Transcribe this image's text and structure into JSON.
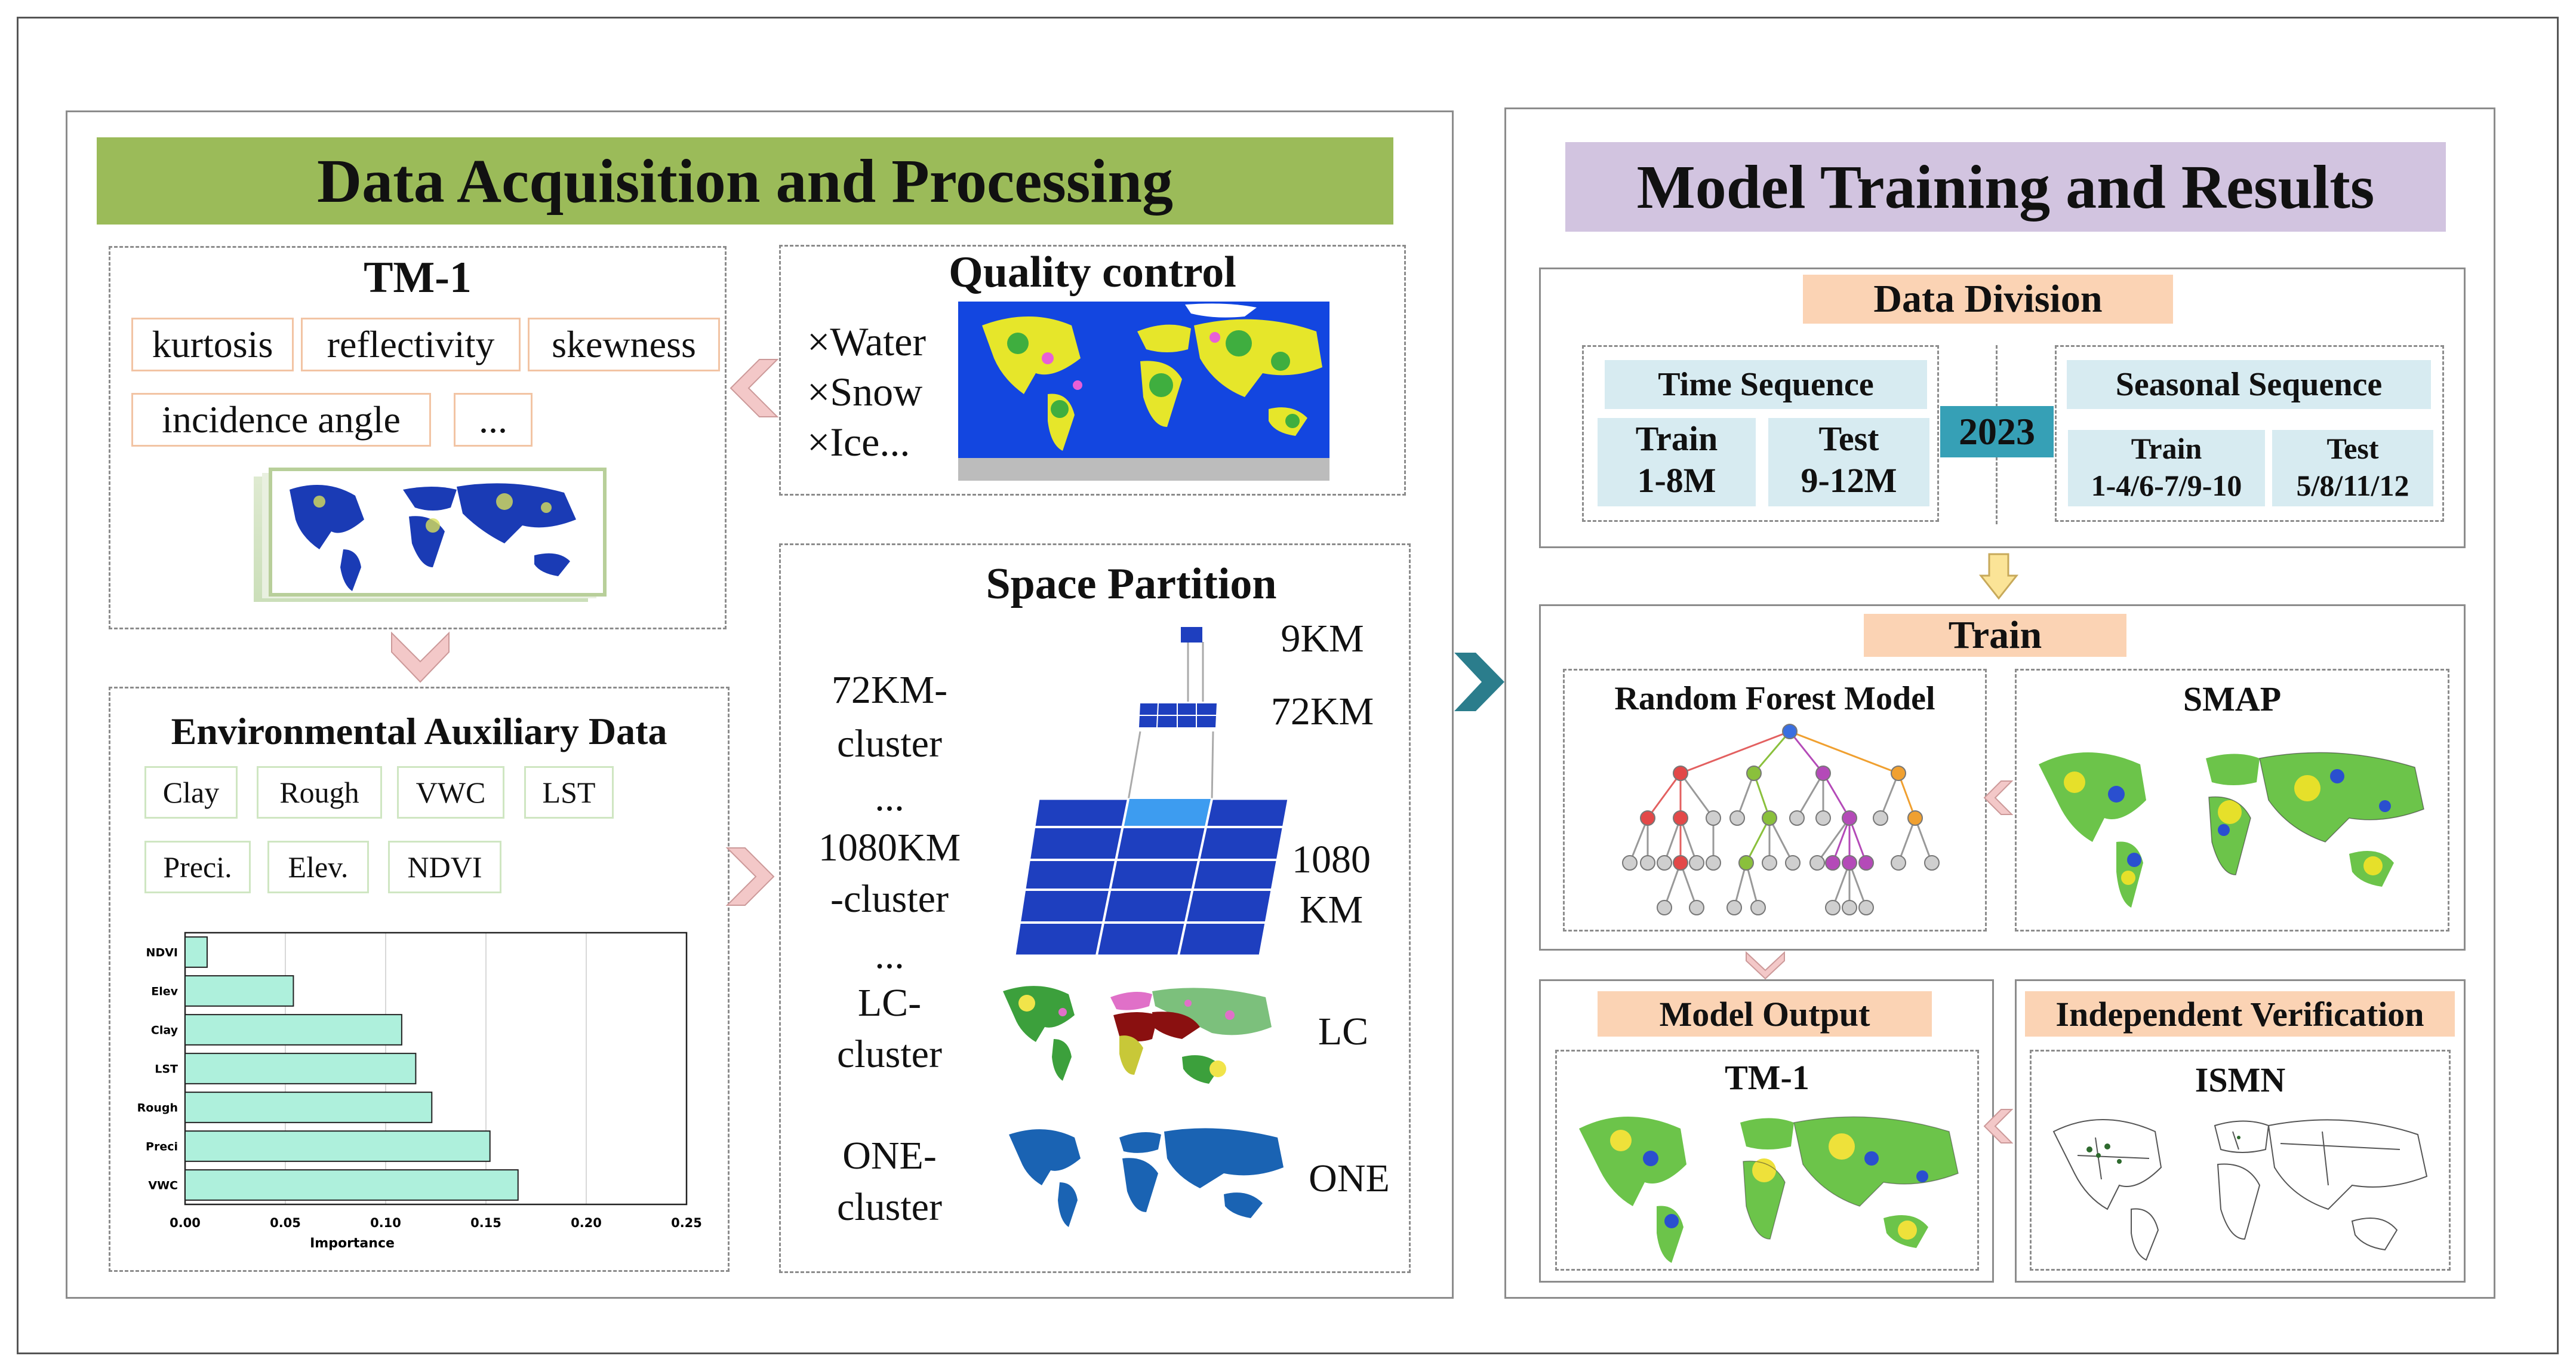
{
  "left_panel": {
    "title": "Data Acquisition and Processing",
    "tm1": {
      "title": "TM-1",
      "tags": [
        "kurtosis",
        "reflectivity",
        "skewness",
        "incidence angle",
        "..."
      ]
    },
    "quality_control": {
      "title": "Quality control",
      "items": [
        "×Water",
        "×Snow",
        "×Ice..."
      ]
    },
    "env": {
      "title": "Environmental Auxiliary Data",
      "tags": [
        "Clay",
        "Rough",
        "VWC",
        "LST",
        "Preci.",
        "Elev.",
        "NDVI"
      ]
    },
    "space": {
      "title": "Space Partition",
      "cluster_labels": [
        "72KM-",
        "cluster",
        "...",
        "1080KM",
        "-cluster",
        "...",
        "LC-",
        "cluster",
        "ONE-",
        "cluster"
      ],
      "scale_labels": [
        "9KM",
        "72KM",
        "1080",
        "KM",
        "LC",
        "ONE"
      ]
    }
  },
  "right_panel": {
    "title": "Model Training and Results",
    "data_division": {
      "title": "Data Division",
      "year": "2023",
      "time_sequence": {
        "title": "Time Sequence",
        "train": "Train",
        "train_range": "1-8M",
        "test": "Test",
        "test_range": "9-12M"
      },
      "seasonal_sequence": {
        "title": "Seasonal Sequence",
        "train": "Train",
        "train_range": "1-4/6-7/9-10",
        "test": "Test",
        "test_range": "5/8/11/12"
      }
    },
    "train": {
      "title": "Train",
      "rf_title": "Random Forest Model",
      "smap_title": "SMAP"
    },
    "model_output": {
      "title": "Model Output",
      "map_title": "TM-1"
    },
    "verification": {
      "title": "Independent Verification",
      "map_title": "ISMN"
    }
  },
  "chart_data": {
    "type": "bar",
    "orientation": "horizontal",
    "categories": [
      "NDVI",
      "Elev",
      "Clay",
      "LST",
      "Rough",
      "Preci",
      "VWC"
    ],
    "values": [
      0.011,
      0.054,
      0.108,
      0.115,
      0.123,
      0.152,
      0.166
    ],
    "xlabel": "Importance",
    "ylabel": "",
    "xlim": [
      0,
      0.25
    ],
    "xticks": [
      "0.00",
      "0.05",
      "0.10",
      "0.15",
      "0.20",
      "0.25"
    ],
    "grid": "vertical",
    "bar_color": "#aef0dc"
  }
}
